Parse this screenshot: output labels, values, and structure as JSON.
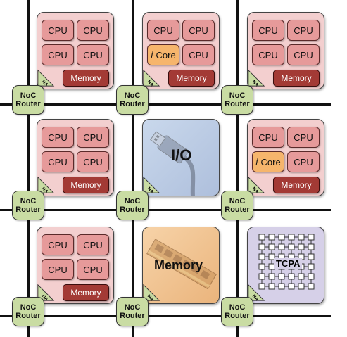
{
  "labels": {
    "cpu": "CPU",
    "icore_prefix": "i",
    "icore_suffix": "-Core",
    "memory_block": "Memory",
    "na": "NA",
    "router_line1": "NoC",
    "router_line2": "Router",
    "io": "I/O",
    "memory_tile": "Memory",
    "tcpa": "TCPA"
  },
  "colors": {
    "cpu_tile_bg": "#f3cfcf",
    "cpu_core": "#e69a9a",
    "icore": "#f6b56c",
    "memory_block": "#a33a35",
    "router": "#c9dca3",
    "na": "#c9dca3",
    "io_tile": "#c1d1e8",
    "memory_tile": "#efc391",
    "tcpa_tile": "#d6d0e8",
    "lines": "#111111"
  },
  "grid": {
    "rows": 3,
    "cols": 3,
    "tiles": [
      {
        "row": 0,
        "col": 0,
        "type": "compute",
        "cores": [
          "cpu",
          "cpu",
          "cpu",
          "cpu"
        ]
      },
      {
        "row": 0,
        "col": 1,
        "type": "compute",
        "cores": [
          "cpu",
          "cpu",
          "icore",
          "cpu"
        ]
      },
      {
        "row": 0,
        "col": 2,
        "type": "compute",
        "cores": [
          "cpu",
          "cpu",
          "cpu",
          "cpu"
        ]
      },
      {
        "row": 1,
        "col": 0,
        "type": "compute",
        "cores": [
          "cpu",
          "cpu",
          "cpu",
          "cpu"
        ]
      },
      {
        "row": 1,
        "col": 1,
        "type": "io"
      },
      {
        "row": 1,
        "col": 2,
        "type": "compute",
        "cores": [
          "cpu",
          "cpu",
          "icore",
          "cpu"
        ]
      },
      {
        "row": 2,
        "col": 0,
        "type": "compute",
        "cores": [
          "cpu",
          "cpu",
          "cpu",
          "cpu"
        ]
      },
      {
        "row": 2,
        "col": 1,
        "type": "memory"
      },
      {
        "row": 2,
        "col": 2,
        "type": "tcpa"
      }
    ]
  }
}
